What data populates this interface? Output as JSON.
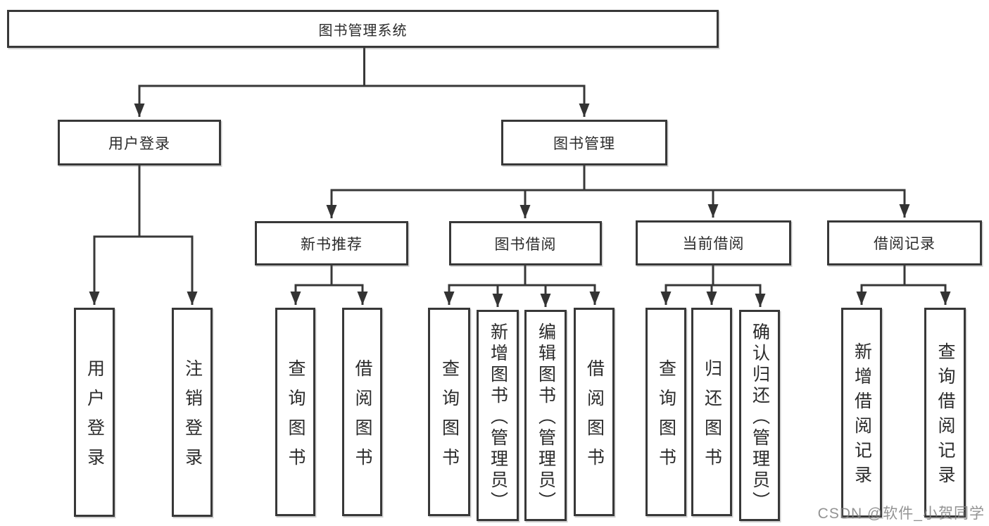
{
  "diagram_title": "图书管理系统",
  "colors": {
    "line": "#383838",
    "box_border": "#383838",
    "text": "#2b2b2b",
    "background": "#ffffff",
    "watermark": "#808080"
  },
  "tree": {
    "root": {
      "label": "图书管理系统",
      "children": [
        {
          "label": "用户登录",
          "children": [
            {
              "label": "用户登录"
            },
            {
              "label": "注销登录"
            }
          ]
        },
        {
          "label": "图书管理",
          "children": [
            {
              "label": "新书推荐",
              "children": [
                {
                  "label": "查询图书"
                },
                {
                  "label": "借阅图书"
                }
              ]
            },
            {
              "label": "图书借阅",
              "children": [
                {
                  "label": "查询图书"
                },
                {
                  "label": "新增图书（管理员）"
                },
                {
                  "label": "编辑图书（管理员）"
                },
                {
                  "label": "借阅图书"
                }
              ]
            },
            {
              "label": "当前借阅",
              "children": [
                {
                  "label": "查询图书"
                },
                {
                  "label": "归还图书"
                },
                {
                  "label": "确认归还（管理员）"
                }
              ]
            },
            {
              "label": "借阅记录",
              "children": [
                {
                  "label": "新增借阅记录"
                },
                {
                  "label": "查询借阅记录"
                }
              ]
            }
          ]
        }
      ]
    }
  },
  "watermark": {
    "text": "CSDN @软件_小贺同学"
  }
}
